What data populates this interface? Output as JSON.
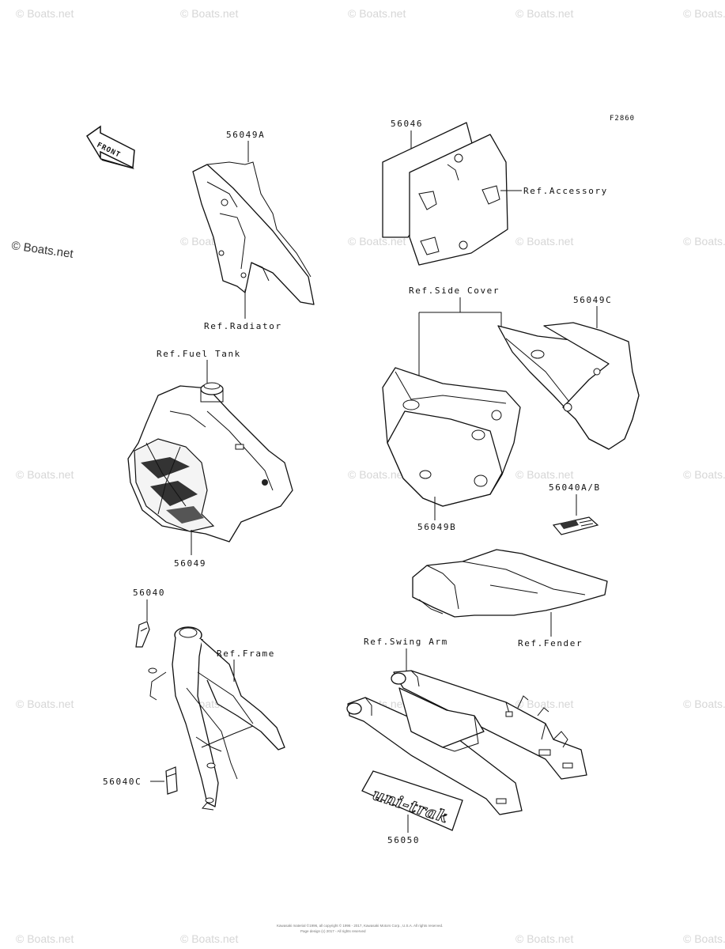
{
  "figure_code": "F2860",
  "front_label": "FRONT",
  "brand_watermark": "© Boats.net",
  "labels": {
    "p56049A": "56049A",
    "ref_radiator": "Ref.Radiator",
    "ref_fuel_tank": "Ref.Fuel Tank",
    "p56049": "56049",
    "p56040": "56040",
    "ref_frame": "Ref.Frame",
    "p56040C": "56040C",
    "p56046": "56046",
    "ref_accessory": "Ref.Accessory",
    "ref_side_cover": "Ref.Side Cover",
    "p56049C": "56049C",
    "p56049B": "56049B",
    "p56040AB": "56040A/B",
    "ref_fender": "Ref.Fender",
    "ref_swing_arm": "Ref.Swing Arm",
    "p56050": "56050"
  },
  "decal_text": "uni-trak",
  "copyright_line1": "Kawasaki material ©1996, all copyright © 1996 - 2017, Kawasaki Motors Corp., U.S.A. All rights reserved.",
  "copyright_line2": "Page design (c) 2017 - All rights reserved"
}
